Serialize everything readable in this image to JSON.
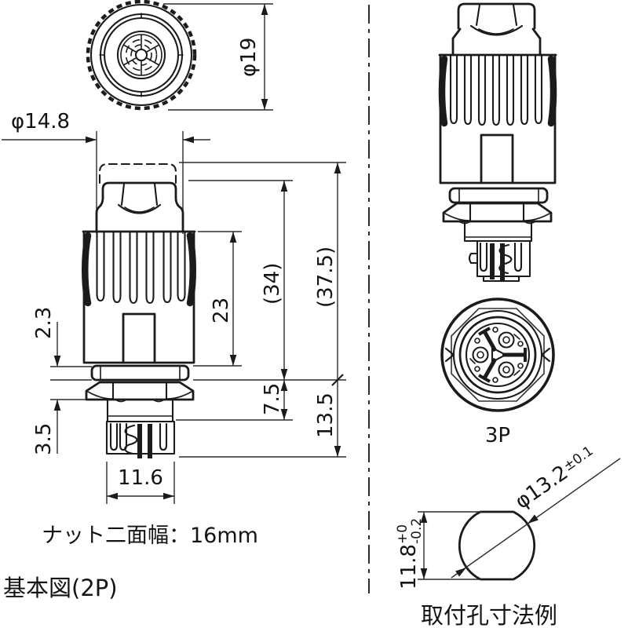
{
  "dimensions": {
    "top_view_diameter": "φ19",
    "cap_diameter": "φ14.8",
    "grip_length": "23",
    "body_length_ref": "(34)",
    "total_length_ref": "(37.5)",
    "gasket_thickness": "2.3",
    "nut_height": "3.5",
    "rear_upper": "7.5",
    "rear_total": "13.5",
    "terminal_width": "11.6"
  },
  "captions": {
    "nut_width_note": "ナット二面幅：16mm",
    "basic_figure_label": "基本図(2P)",
    "right_view_label": "3P",
    "mounting_hole_label": "取付孔寸法例"
  },
  "mounting_hole": {
    "diameter": "φ13.2",
    "diameter_tolerance": "±0.1",
    "width": "11.8",
    "width_tolerance_plus": "+0",
    "width_tolerance_minus": "-0.2"
  }
}
